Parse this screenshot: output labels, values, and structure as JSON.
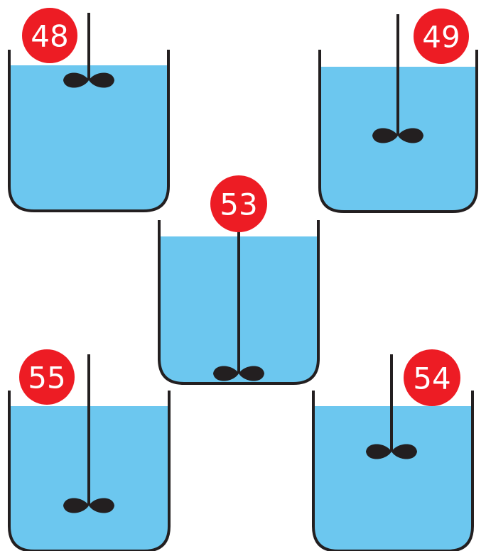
{
  "colors": {
    "water": "#6cc7ef",
    "outline": "#231f20",
    "badge": "#ed1c24",
    "badge_text": "#ffffff",
    "background": "#ffffff"
  },
  "tanks": [
    {
      "id": "tank-48",
      "label": "48",
      "impeller_position": "near-surface"
    },
    {
      "id": "tank-49",
      "label": "49",
      "impeller_position": "middle"
    },
    {
      "id": "tank-53",
      "label": "53",
      "impeller_position": "bottom"
    },
    {
      "id": "tank-55",
      "label": "55",
      "impeller_position": "lower"
    },
    {
      "id": "tank-54",
      "label": "54",
      "impeller_position": "middle"
    }
  ]
}
